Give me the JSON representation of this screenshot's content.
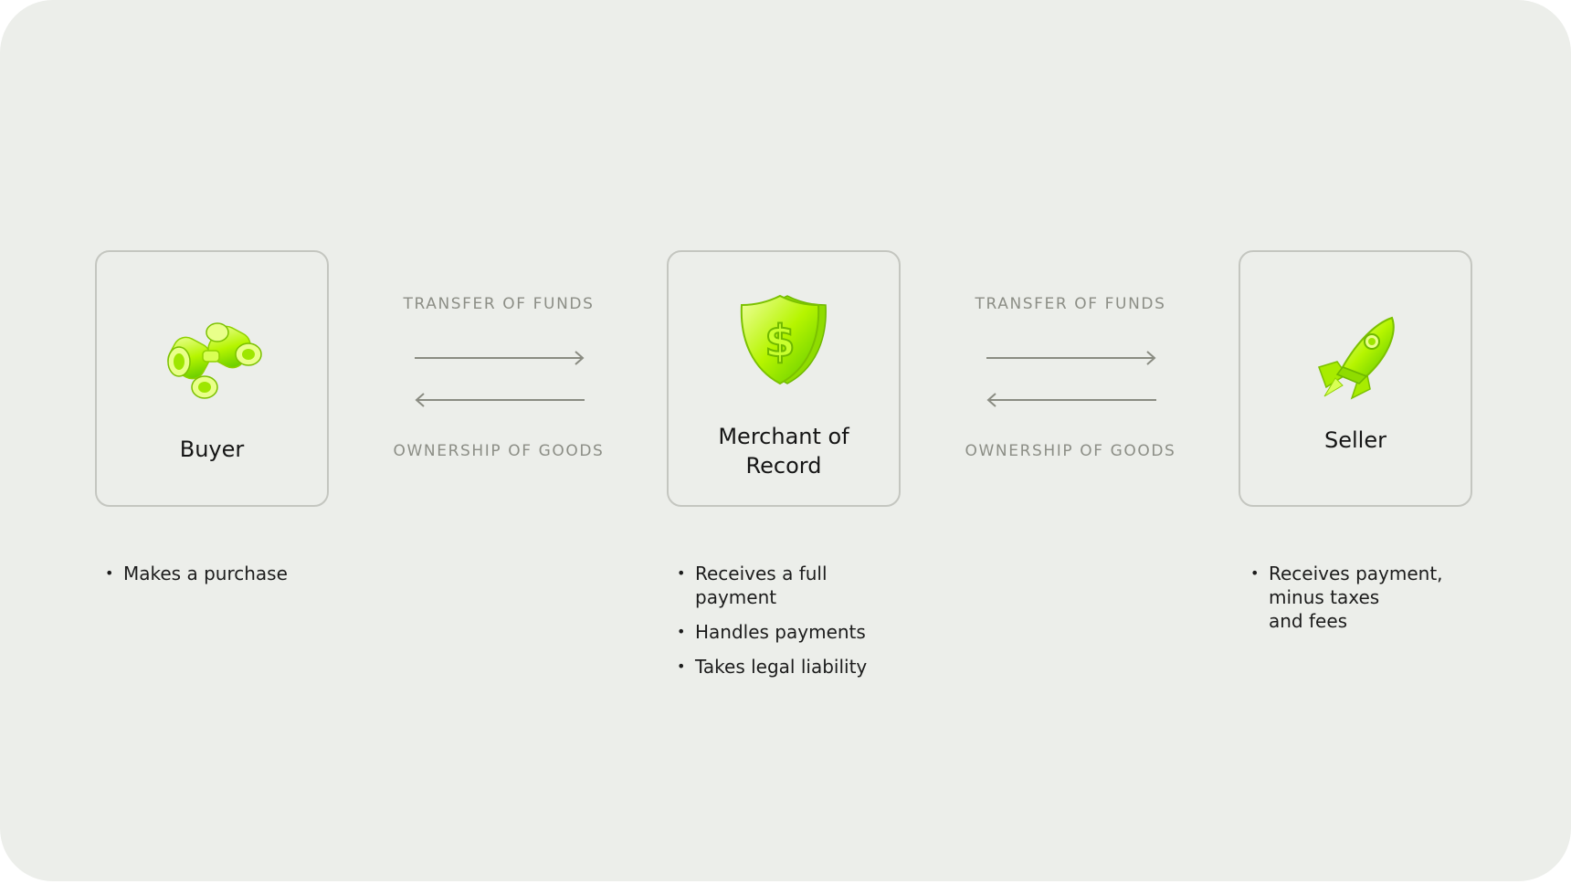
{
  "colors": {
    "background": "#eceeea",
    "card_border": "#c4c6c0",
    "flow_text": "#8c8e86",
    "arrow": "#8a8c82",
    "icon_accent": "#b6f500"
  },
  "parties": [
    {
      "name": "Buyer",
      "icon": "binoculars-icon",
      "bullets": [
        "Makes a purchase"
      ]
    },
    {
      "name": "Merchant of\nRecord",
      "icon": "shield-dollar-icon",
      "bullets": [
        "Receives a full\npayment",
        "Handles payments",
        "Takes legal liability"
      ]
    },
    {
      "name": "Seller",
      "icon": "rocket-icon",
      "bullets": [
        "Receives payment,\nminus taxes\nand fees"
      ]
    }
  ],
  "flows": [
    {
      "top_label": "TRANSFER OF FUNDS",
      "bottom_label": "OWNERSHIP OF GOODS"
    },
    {
      "top_label": "TRANSFER OF FUNDS",
      "bottom_label": "OWNERSHIP OF GOODS"
    }
  ]
}
